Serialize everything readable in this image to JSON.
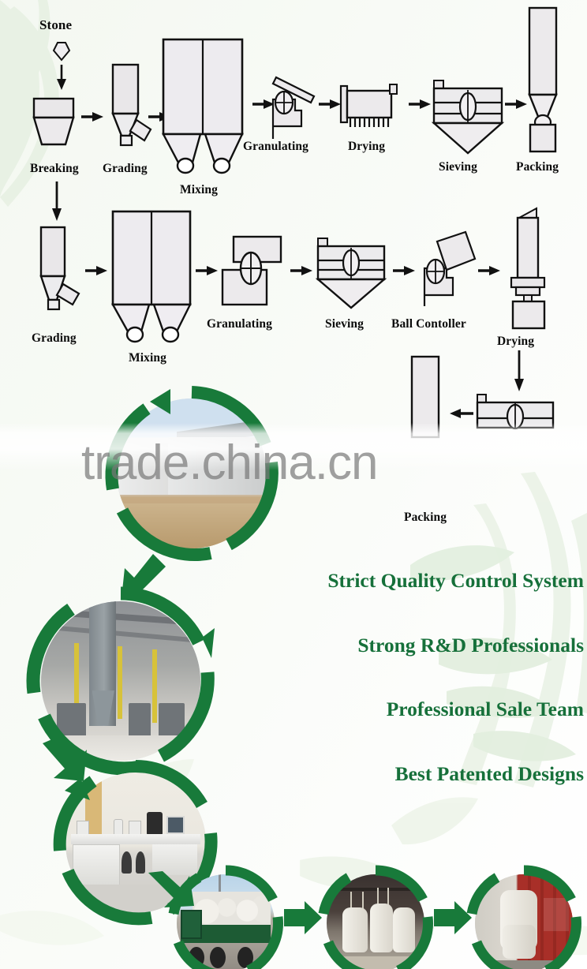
{
  "page": {
    "watermark": "trade.china.cn",
    "brand_green": "#16703a",
    "ring_green": "#187a3a",
    "line_black": "#111111",
    "equipment_fill": "#e8e6e8"
  },
  "flow": {
    "row1": {
      "source_label": "Stone",
      "steps": [
        {
          "label": "Breaking",
          "icon": "crusher-hopper-icon"
        },
        {
          "label": "Grading",
          "icon": "grading-cyclone-icon"
        },
        {
          "label": "Mixing",
          "icon": "twin-silo-mixer-icon"
        },
        {
          "label": "Granulating",
          "icon": "granulator-icon"
        },
        {
          "label": "Drying",
          "icon": "drum-dryer-icon"
        },
        {
          "label": "Sieving",
          "icon": "sieve-hopper-icon"
        },
        {
          "label": "Packing",
          "icon": "packing-tower-icon"
        }
      ]
    },
    "row2": {
      "steps": [
        {
          "label": "Grading",
          "icon": "grading-cyclone-icon"
        },
        {
          "label": "Mixing",
          "icon": "twin-silo-mixer-icon"
        },
        {
          "label": "Granulating",
          "icon": "roller-granulator-icon"
        },
        {
          "label": "Sieving",
          "icon": "sieve-hopper-icon"
        },
        {
          "label": "Ball Contoller",
          "icon": "ball-controller-icon"
        },
        {
          "label": "Drying",
          "icon": "vertical-dryer-icon"
        }
      ]
    },
    "row3": {
      "steps": [
        {
          "label": "Packing",
          "icon": "packing-column-icon"
        }
      ],
      "conveyor_icon": "horizontal-conveyor-icon"
    }
  },
  "claims": [
    "Strict Quality Control System",
    "Strong R&D Professionals",
    "Professional Sale Team",
    "Best Patented Designs"
  ],
  "photos": [
    {
      "name": "factory-exterior",
      "caption": ""
    },
    {
      "name": "production-workshop",
      "caption": ""
    },
    {
      "name": "laboratory",
      "caption": ""
    },
    {
      "name": "truck-loading",
      "caption": ""
    },
    {
      "name": "bulk-bag-packing",
      "caption": ""
    },
    {
      "name": "container-loading",
      "caption": ""
    }
  ]
}
